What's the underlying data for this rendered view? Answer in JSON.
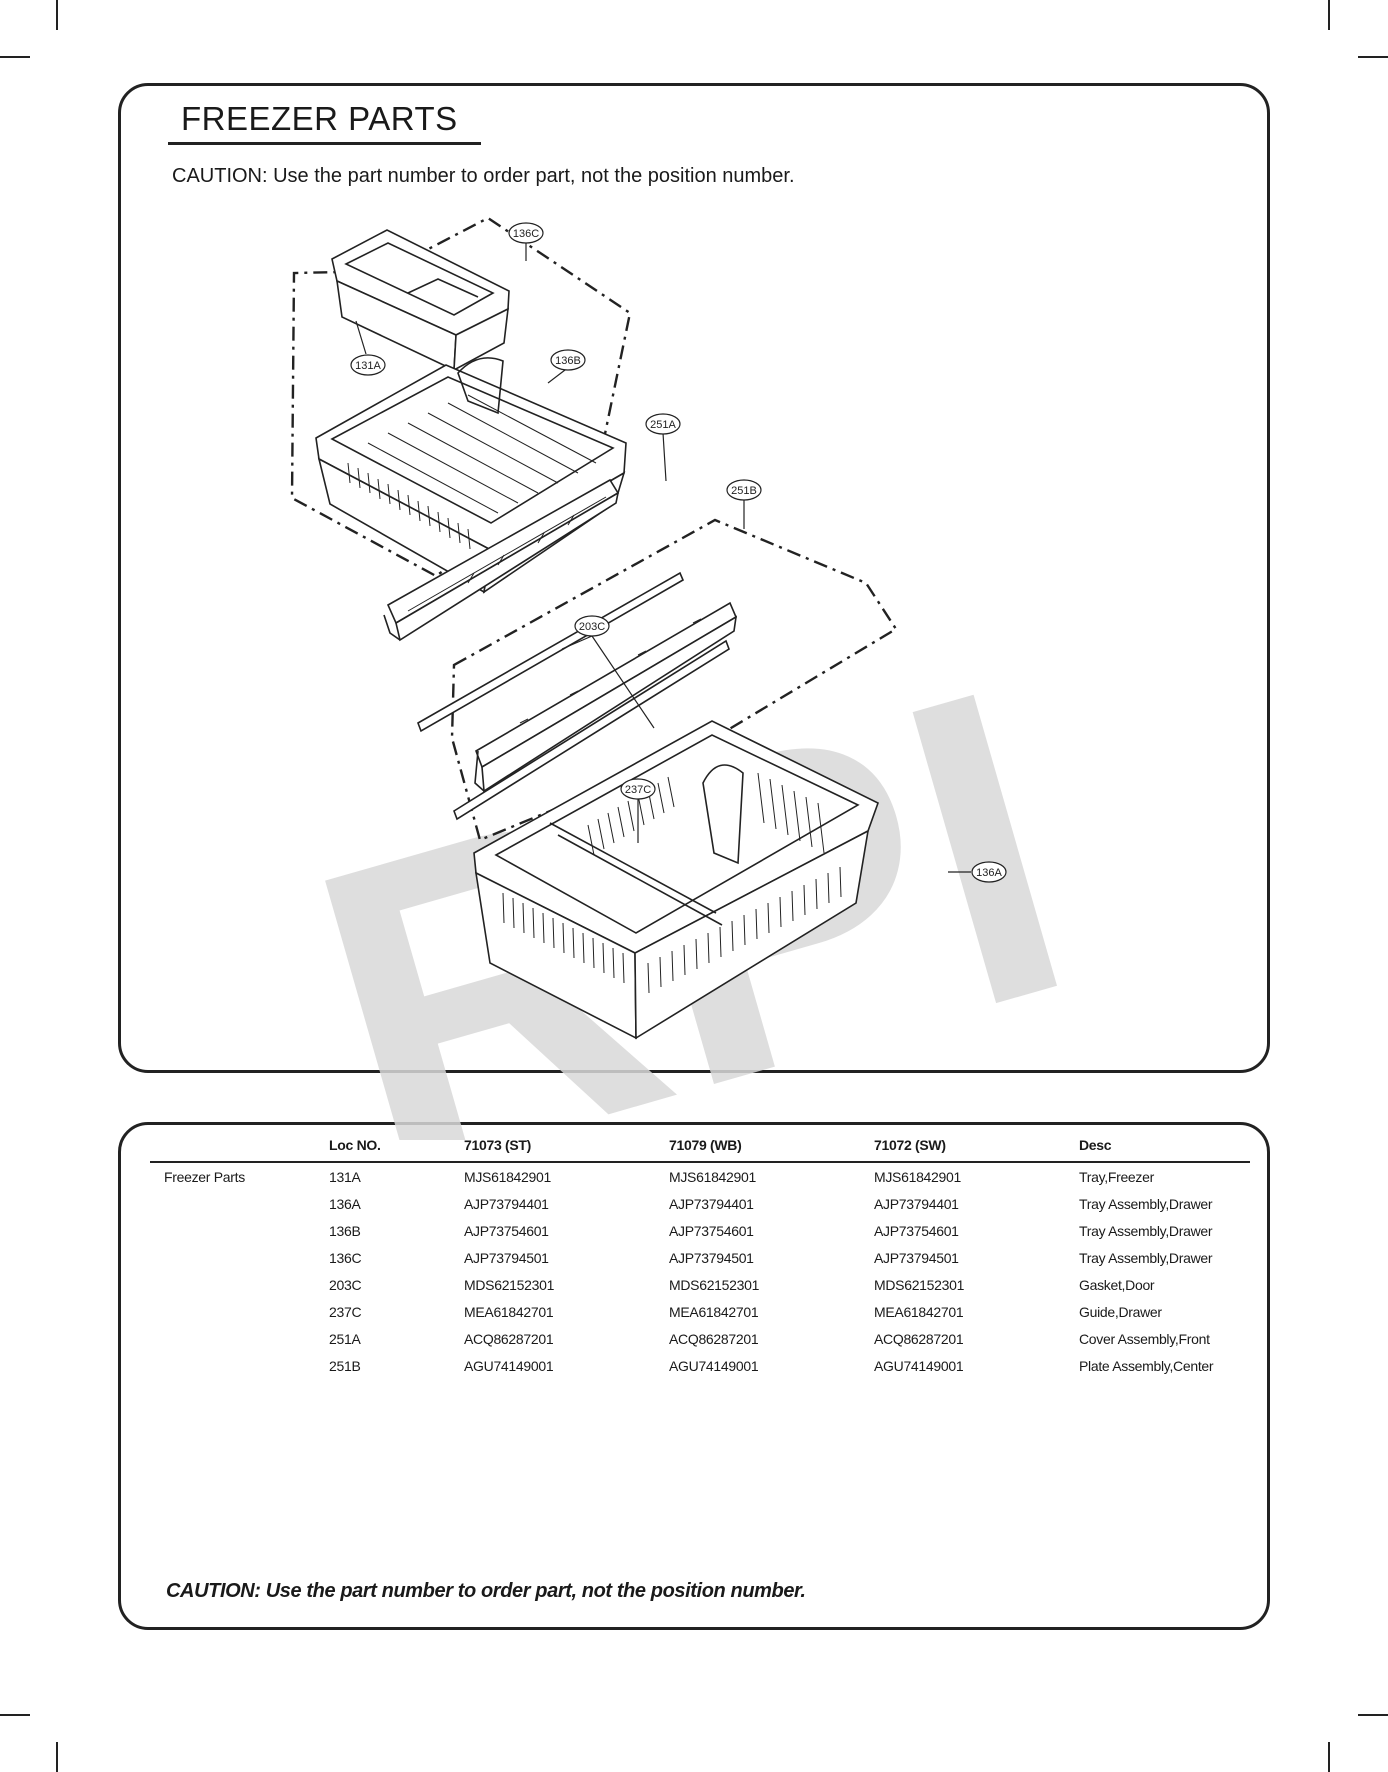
{
  "title": "FREEZER PARTS",
  "caution_top": "CAUTION: Use the part number to order part, not the position number.",
  "watermark": "RPI",
  "callouts": {
    "c136C": "136C",
    "c131A": "131A",
    "c136B": "136B",
    "c251A": "251A",
    "c251B": "251B",
    "c203C": "203C",
    "c237C": "237C",
    "c136A": "136A"
  },
  "table": {
    "headers": [
      "",
      "Loc NO.",
      "71073 (ST)",
      "71079 (WB)",
      "71072 (SW)",
      "Desc"
    ],
    "rows": [
      [
        "Freezer Parts",
        "131A",
        "MJS61842901",
        "MJS61842901",
        "MJS61842901",
        "Tray,Freezer"
      ],
      [
        "",
        "136A",
        "AJP73794401",
        "AJP73794401",
        "AJP73794401",
        "Tray Assembly,Drawer"
      ],
      [
        "",
        "136B",
        "AJP73754601",
        "AJP73754601",
        "AJP73754601",
        "Tray Assembly,Drawer"
      ],
      [
        "",
        "136C",
        "AJP73794501",
        "AJP73794501",
        "AJP73794501",
        "Tray Assembly,Drawer"
      ],
      [
        "",
        "203C",
        "MDS62152301",
        "MDS62152301",
        "MDS62152301",
        "Gasket,Door"
      ],
      [
        "",
        "237C",
        "MEA61842701",
        "MEA61842701",
        "MEA61842701",
        "Guide,Drawer"
      ],
      [
        "",
        "251A",
        "ACQ86287201",
        "ACQ86287201",
        "ACQ86287201",
        "Cover Assembly,Front"
      ],
      [
        "",
        "251B",
        "AGU74149001",
        "AGU74149001",
        "AGU74149001",
        "Plate Assembly,Center"
      ]
    ]
  },
  "caution_bottom": "CAUTION: Use the part number to order part, not the position number."
}
